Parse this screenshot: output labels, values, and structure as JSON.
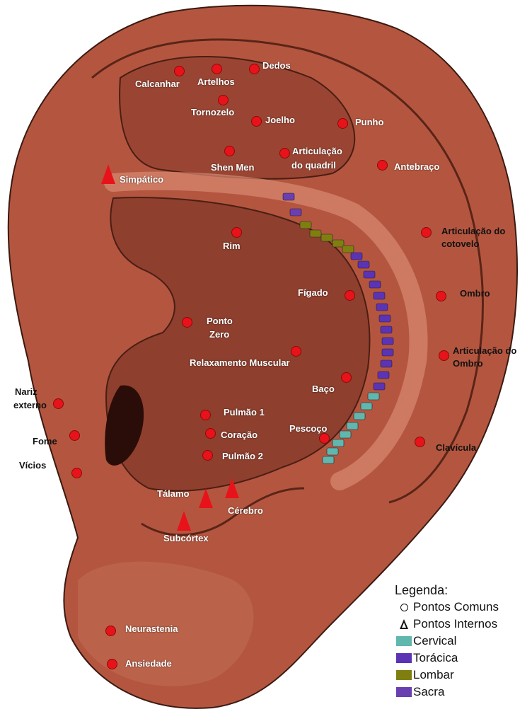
{
  "colors": {
    "point": "#e8131a",
    "skin": "#b4563f",
    "skin_dark": "#7e2f22",
    "cervical": "#5fb7ad",
    "toracica": "#5a34b5",
    "lombar": "#7f7f10",
    "sacra": "#6a3fb0"
  },
  "points": {
    "dedos": "Dedos",
    "calcanhar": "Calcanhar",
    "artelhos": "Artelhos",
    "tornozelo": "Tornozelo",
    "joelho": "Joelho",
    "punho": "Punho",
    "shen_men": "Shen Men",
    "quadril_1": "Articulação",
    "quadril_2": "do quadril",
    "antebraco": "Antebraço",
    "simpatico": "Simpático",
    "cotovelo_1": "Articulação do",
    "cotovelo_2": "cotovelo",
    "rim": "Rim",
    "figado": "Fígado",
    "ombro": "Ombro",
    "ponto_zero_1": "Ponto",
    "ponto_zero_2": "Zero",
    "art_ombro_1": "Articulação do",
    "art_ombro_2": "Ombro",
    "relaxamento": "Relaxamento Muscular",
    "baco": "Baço",
    "nariz_1": "Nariz",
    "nariz_2": "externo",
    "pulmao1": "Pulmão 1",
    "fome": "Fome",
    "coracao": "Coração",
    "pescoco": "Pescoço",
    "clavicula": "Clavícula",
    "pulmao2": "Pulmão 2",
    "vicios": "Vícios",
    "talamo": "Tálamo",
    "cerebro": "Cérebro",
    "subcortex": "Subcórtex",
    "neurastenia": "Neurastenia",
    "ansiedade": "Ansiedade"
  },
  "legend": {
    "title": "Legenda:",
    "items": [
      {
        "label": "Pontos Comuns",
        "icon": "circle-outline"
      },
      {
        "label": "Pontos Internos",
        "icon": "triangle-outline"
      },
      {
        "label": "Cervical",
        "color": "#5fb7ad"
      },
      {
        "label": "Torácica",
        "color": "#5a34b5"
      },
      {
        "label": "Lombar",
        "color": "#7f7f10"
      },
      {
        "label": "Sacra",
        "color": "#6a3fb0"
      }
    ]
  }
}
